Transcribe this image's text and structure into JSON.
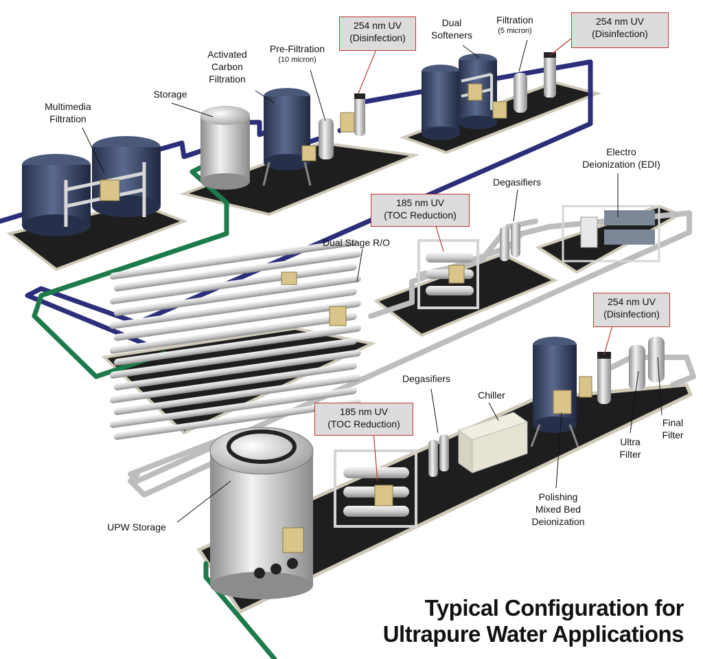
{
  "title": {
    "line1": "Typical Configuration for",
    "line2": "Ultrapure Water Applications"
  },
  "labels": {
    "multimedia": [
      "Multimedia",
      "Filtration"
    ],
    "storage": "Storage",
    "activated_carbon": [
      "Activated",
      "Carbon",
      "Filtration"
    ],
    "prefiltration": [
      "Pre-Filtration",
      "(10 micron)"
    ],
    "dual_softeners": [
      "Dual",
      "Softeners"
    ],
    "filtration_5": [
      "Filtration",
      "(5 micron)"
    ],
    "electro_edi": [
      "Electro",
      "Deionization (EDI)"
    ],
    "degasifiers_top": "Degasifiers",
    "dual_stage_ro": "Dual Stage R/O",
    "degasifiers_bottom": "Degasifiers",
    "chiller": "Chiller",
    "final_filter": [
      "Final",
      "Filter"
    ],
    "ultra_filter": [
      "Ultra",
      "Filter"
    ],
    "polishing": [
      "Polishing",
      "Mixed Bed",
      "Deionization"
    ],
    "upw_storage": "UPW Storage"
  },
  "callouts": {
    "uv254_a": [
      "254 nm UV",
      "(Disinfection)"
    ],
    "uv254_b": [
      "254 nm UV",
      "(Disinfection)"
    ],
    "uv185_a": [
      "185 nm UV",
      "(TOC Reduction)"
    ],
    "uv254_c": [
      "254 nm UV",
      "(Disinfection)"
    ],
    "uv185_b": [
      "185 nm UV",
      "(TOC Reduction)"
    ]
  },
  "colors": {
    "platform": "#1e1e1e",
    "platform_edge": "#cfc9b8",
    "tank": "#3d4a66",
    "steel": "#c9c9c9",
    "blue_pipe": "#2b2f7a",
    "green_pipe": "#1d7a4a",
    "callout_border": "#c0352b",
    "callout_fill": "#dcdcdc",
    "control_box": "#d9c58a"
  }
}
